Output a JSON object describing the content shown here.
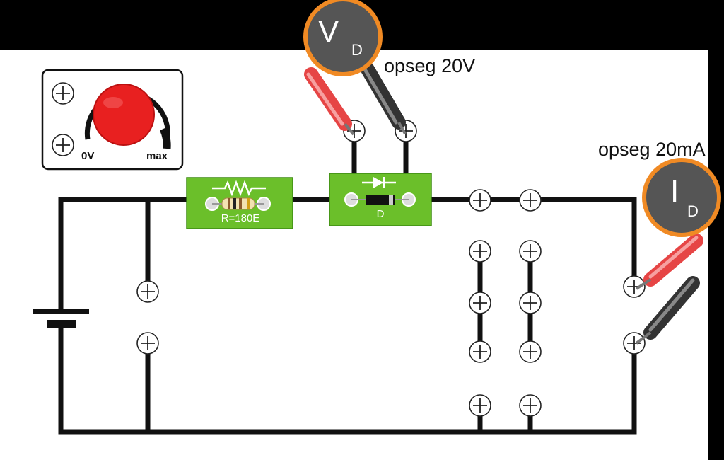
{
  "voltmeter": {
    "symbol": "V",
    "subscript": "D",
    "range_label": "opseg 20V"
  },
  "ammeter": {
    "symbol": "I",
    "subscript": "D",
    "range_label": "opseg 20mA"
  },
  "power_supply": {
    "min_label": "0V",
    "max_label": "max"
  },
  "resistor": {
    "label": "R=180E"
  },
  "diode": {
    "label": "D"
  },
  "colors": {
    "board": "#ffffff",
    "module_green": "#6bbf2a",
    "meter_gray": "#555555",
    "meter_ring": "#f08a24",
    "knob_red": "#e82020",
    "probe_red": "#e64545",
    "probe_black": "#333333",
    "wire": "#111111"
  }
}
